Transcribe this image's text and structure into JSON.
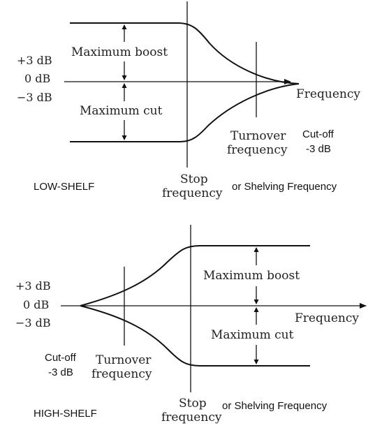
{
  "low_shelf": {
    "db_plus": "+3 dB",
    "db_zero": "0 dB",
    "db_minus": "−3 dB",
    "max_boost": "Maximum boost",
    "max_cut": "Maximum cut",
    "frequency": "Frequency",
    "turnover_line1": "Turnover",
    "turnover_line2": "frequency",
    "cutoff_line1": "Cut-off",
    "cutoff_line2": "-3 dB",
    "title": "LOW-SHELF",
    "stop_line1": "Stop",
    "stop_line2": "frequency",
    "shelving": "or Shelving Frequency"
  },
  "high_shelf": {
    "db_plus": "+3 dB",
    "db_zero": "0 dB",
    "db_minus": "−3 dB",
    "max_boost": "Maximum boost",
    "max_cut": "Maximum cut",
    "frequency": "Frequency",
    "turnover_line1": "Turnover",
    "turnover_line2": "frequency",
    "cutoff_line1": "Cut-off",
    "cutoff_line2": "-3 dB",
    "title": "HIGH-SHELF",
    "stop_line1": "Stop",
    "stop_line2": "frequency",
    "shelving": "or Shelving Frequency"
  },
  "colors": {
    "ink": "#111111",
    "background": "#ffffff"
  }
}
